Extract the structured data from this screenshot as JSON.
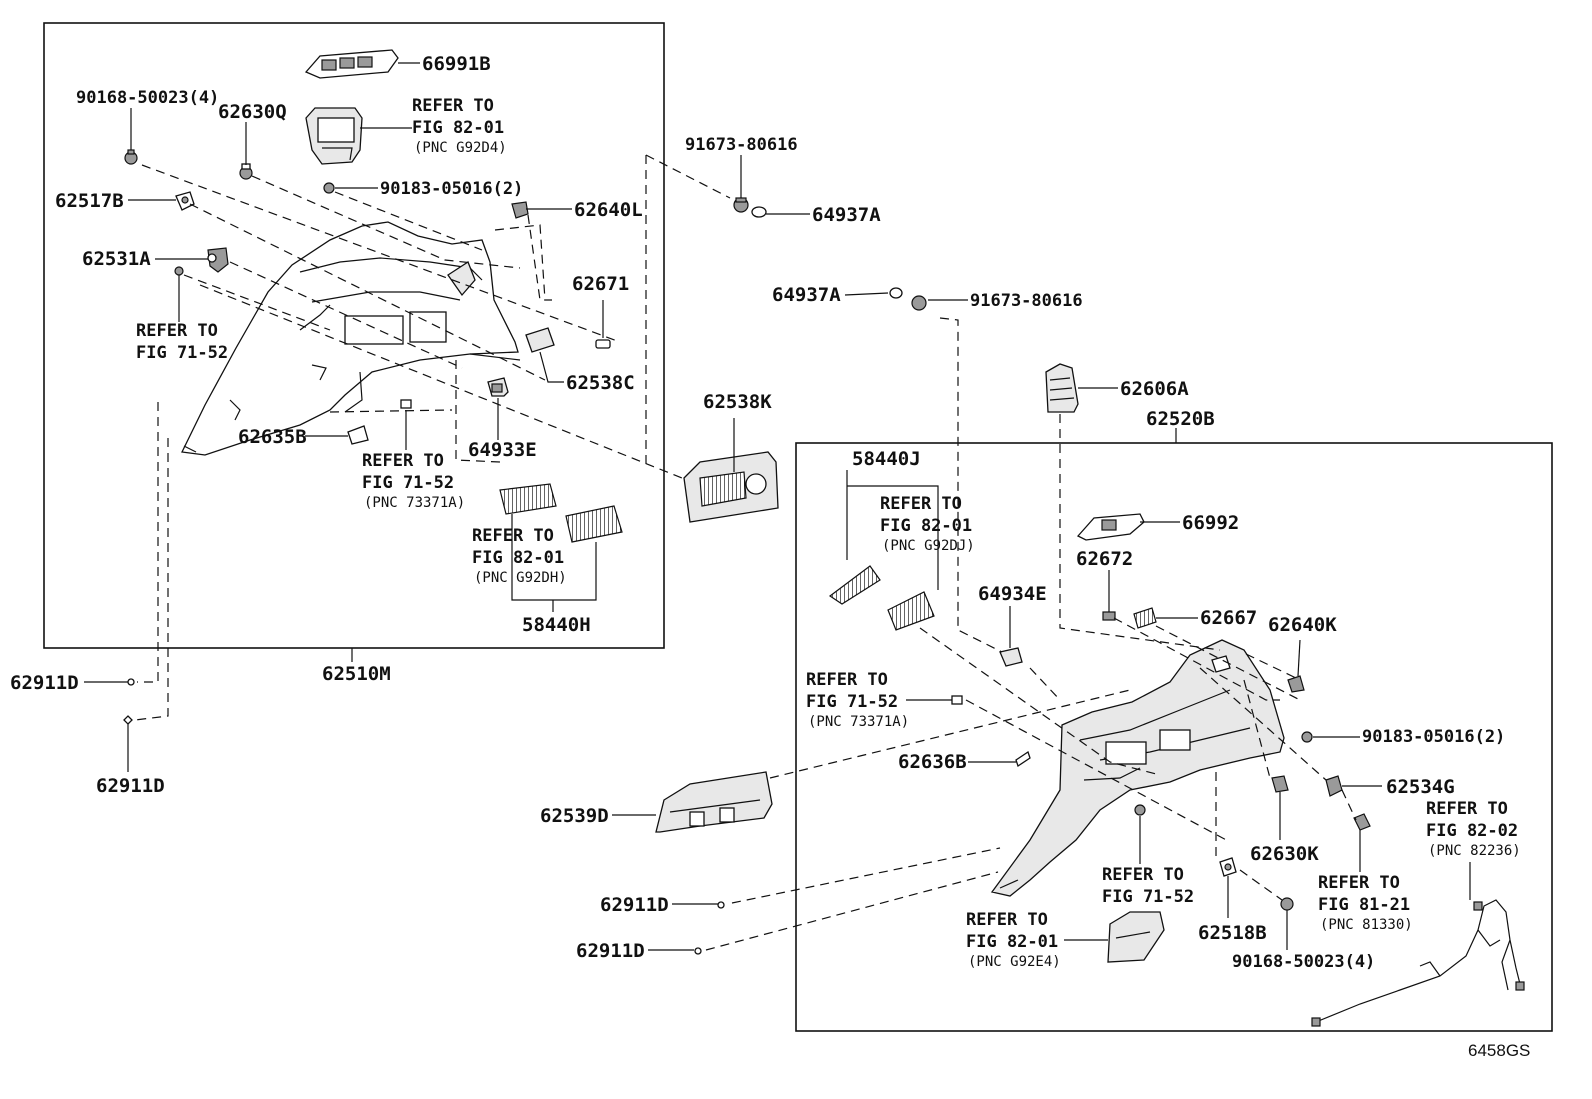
{
  "diagram": {
    "code": "6458GS",
    "assemblies": [
      {
        "label": "62510M"
      },
      {
        "label": "62520B"
      }
    ],
    "labels": [
      {
        "text": "66991B"
      },
      {
        "text": "90168-50023(4)"
      },
      {
        "text": "62630Q"
      },
      {
        "text": "90183-05016(2)"
      },
      {
        "text": "62517B"
      },
      {
        "text": "62640L"
      },
      {
        "text": "62531A"
      },
      {
        "text": "62671"
      },
      {
        "text": "62538C"
      },
      {
        "text": "62635B"
      },
      {
        "text": "64933E"
      },
      {
        "text": "58440H"
      },
      {
        "text": "91673-80616"
      },
      {
        "text": "64937A"
      },
      {
        "text": "64937A"
      },
      {
        "text": "91673-80616"
      },
      {
        "text": "62538K"
      },
      {
        "text": "62606A"
      },
      {
        "text": "58440J"
      },
      {
        "text": "66992"
      },
      {
        "text": "62672"
      },
      {
        "text": "64934E"
      },
      {
        "text": "62667"
      },
      {
        "text": "62640K"
      },
      {
        "text": "90183-05016(2)"
      },
      {
        "text": "62636B"
      },
      {
        "text": "62534G"
      },
      {
        "text": "62630K"
      },
      {
        "text": "62539D"
      },
      {
        "text": "62518B"
      },
      {
        "text": "90168-50023(4)"
      },
      {
        "text": "62911D"
      },
      {
        "text": "62911D"
      },
      {
        "text": "62911D"
      },
      {
        "text": "62911D"
      }
    ],
    "refs": [
      {
        "line1": "REFER TO",
        "line2": "FIG 82-01",
        "pnc": "(PNC G92D4)"
      },
      {
        "line1": "REFER TO",
        "line2": "FIG 71-52",
        "pnc": ""
      },
      {
        "line1": "REFER TO",
        "line2": "FIG 71-52",
        "pnc": "(PNC 73371A)"
      },
      {
        "line1": "REFER TO",
        "line2": "FIG 82-01",
        "pnc": "(PNC G92DH)"
      },
      {
        "line1": "REFER TO",
        "line2": "FIG 82-01",
        "pnc": "(PNC G92DJ)"
      },
      {
        "line1": "REFER TO",
        "line2": "FIG 71-52",
        "pnc": "(PNC 73371A)"
      },
      {
        "line1": "REFER TO",
        "line2": "FIG 71-52",
        "pnc": ""
      },
      {
        "line1": "REFER TO",
        "line2": "FIG 82-01",
        "pnc": "(PNC G92E4)"
      },
      {
        "line1": "REFER TO",
        "line2": "FIG 81-21",
        "pnc": "(PNC 81330)"
      },
      {
        "line1": "REFER TO",
        "line2": "FIG 82-02",
        "pnc": "(PNC 82236)"
      }
    ]
  }
}
